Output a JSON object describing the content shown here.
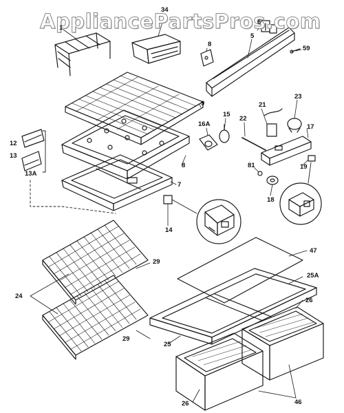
{
  "watermark": {
    "text": "AppliancePartsPros.com"
  },
  "callouts": {
    "c34": "34",
    "c1": "1",
    "c6": "6",
    "c5": "5",
    "c8": "8",
    "c59": "59",
    "c9": "9",
    "c15": "15",
    "c16a": "16A",
    "c21": "21",
    "c22": "22",
    "c23": "23",
    "c17": "17",
    "c12": "12",
    "c13": "13",
    "c13a": "13A",
    "c8b": "8",
    "c7": "7",
    "c81": "81",
    "c18": "18",
    "c19": "19",
    "c14": "14",
    "c47": "47",
    "c29a": "29",
    "c25a": "25A",
    "c24": "24",
    "c26a": "26",
    "c29b": "29",
    "c25": "25",
    "c26b": "26",
    "c46": "46"
  }
}
